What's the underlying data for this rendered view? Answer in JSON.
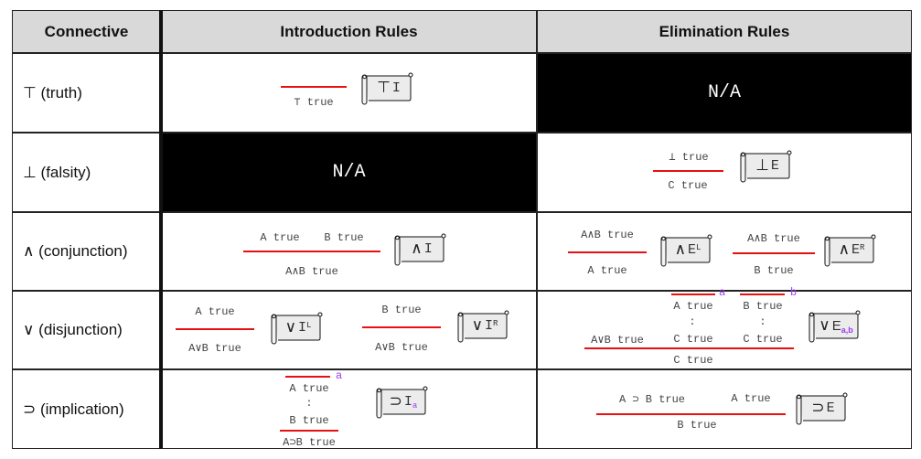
{
  "headers": {
    "connective": "Connective",
    "introduction": "Introduction Rules",
    "elimination": "Elimination Rules"
  },
  "rows": [
    {
      "connective": "⊤ (truth)"
    },
    {
      "connective": "⊥ (falsity)"
    },
    {
      "connective": "∧ (conjunction)"
    },
    {
      "connective": "∨ (disjunction)"
    },
    {
      "connective": "⊃ (implication)"
    }
  ],
  "na_label": "N/A",
  "rules": {
    "truth_intro": {
      "conclusion": "⊤ true",
      "op": "⊤",
      "kind": "I"
    },
    "falsity_elim": {
      "premise": "⊥ true",
      "conclusion": "C true",
      "op": "⊥",
      "kind": "E"
    },
    "conj_intro": {
      "premise1": "A true",
      "premise2": "B true",
      "conclusion": "A∧B true",
      "op": "∧",
      "kind": "I"
    },
    "conj_elim_l": {
      "premise": "A∧B true",
      "conclusion": "A true",
      "op": "∧",
      "kind": "E",
      "sup": "L"
    },
    "conj_elim_r": {
      "premise": "A∧B true",
      "conclusion": "B true",
      "op": "∧",
      "kind": "E",
      "sup": "R"
    },
    "disj_intro_l": {
      "premise": "A true",
      "conclusion": "A∨B true",
      "op": "∨",
      "kind": "I",
      "sup": "L"
    },
    "disj_intro_r": {
      "premise": "B true",
      "conclusion": "A∨B true",
      "op": "∨",
      "kind": "I",
      "sup": "R"
    },
    "disj_elim": {
      "major": "A∨B true",
      "hyp_a": "A true",
      "label_a": "a",
      "hyp_b": "B true",
      "label_b": "b",
      "dots": ":",
      "c1": "C true",
      "c2": "C true",
      "conclusion": "C true",
      "op": "∨",
      "kind": "E",
      "sub": "a,b"
    },
    "impl_intro": {
      "hyp": "A true",
      "label": "a",
      "dots": ":",
      "mid": "B true",
      "conclusion": "A⊃B true",
      "op": "⊃",
      "kind": "I",
      "sub": "a"
    },
    "impl_elim": {
      "premise1": "A ⊃ B true",
      "premise2": "A true",
      "conclusion": "B true",
      "op": "⊃",
      "kind": "E"
    }
  },
  "colors": {
    "header_bg": "#d9d9d9",
    "rule_line": "#e81010",
    "hyp_label": "#9b3cf0",
    "na_bg": "#000000"
  }
}
